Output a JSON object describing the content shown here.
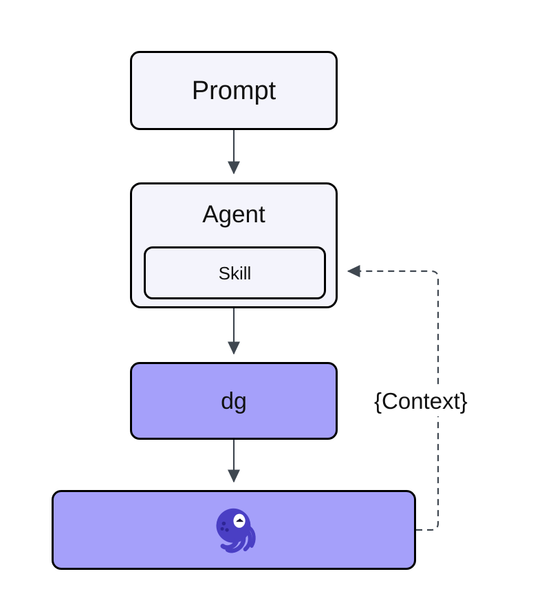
{
  "diagram": {
    "type": "flowchart",
    "direction": "top-down",
    "background": "#ffffff",
    "nodes": [
      {
        "id": "prompt",
        "label": "Prompt",
        "shape": "rounded-rectangle",
        "fill": "#f4f4fc",
        "stroke": "#000000"
      },
      {
        "id": "agent",
        "label": "Agent",
        "shape": "rounded-rectangle",
        "fill": "#f4f4fc",
        "stroke": "#000000"
      },
      {
        "id": "skill",
        "label": "Skill",
        "shape": "rounded-rectangle",
        "fill": "#f4f4fc",
        "stroke": "#000000",
        "parent": "agent"
      },
      {
        "id": "dg",
        "label": "dg",
        "shape": "rounded-rectangle",
        "fill": "#a5a0fa",
        "stroke": "#000000"
      },
      {
        "id": "logo",
        "label": "",
        "icon": "octopus-logo-icon",
        "shape": "rounded-rectangle",
        "fill": "#a5a0fa",
        "stroke": "#000000",
        "icon_color": "#4a3fc4"
      }
    ],
    "edges": [
      {
        "id": "prompt-to-agent",
        "from": "prompt",
        "to": "agent",
        "style": "solid",
        "color": "#3f4750",
        "label": ""
      },
      {
        "id": "agent-to-dg",
        "from": "agent",
        "to": "dg",
        "style": "solid",
        "color": "#3f4750",
        "label": ""
      },
      {
        "id": "dg-to-logo",
        "from": "dg",
        "to": "logo",
        "style": "solid",
        "color": "#3f4750",
        "label": ""
      },
      {
        "id": "logo-to-skill",
        "from": "logo",
        "to": "skill",
        "style": "dashed",
        "color": "#3f4750",
        "label": "{Context}"
      }
    ]
  }
}
